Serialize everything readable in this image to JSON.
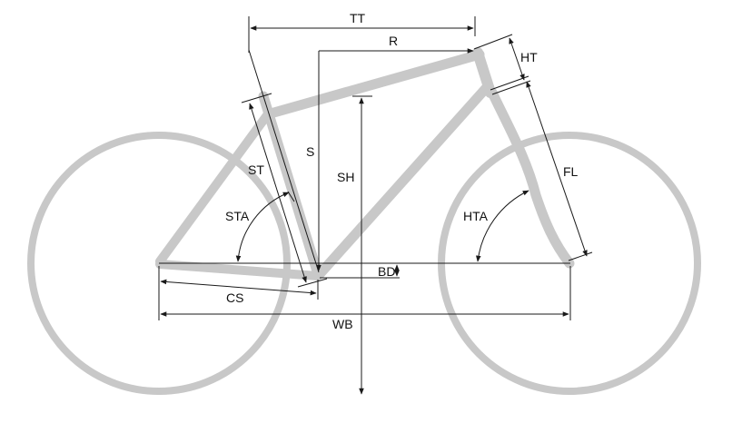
{
  "labels": {
    "tt": "TT",
    "r": "R",
    "ht": "HT",
    "s": "S",
    "st": "ST",
    "sh": "SH",
    "sta": "STA",
    "hta": "HTA",
    "fl": "FL",
    "bd": "BD",
    "cs": "CS",
    "wb": "WB"
  },
  "colors": {
    "frame": "#c8c8c8",
    "lines": "#1a1a1a",
    "background": "#ffffff"
  }
}
